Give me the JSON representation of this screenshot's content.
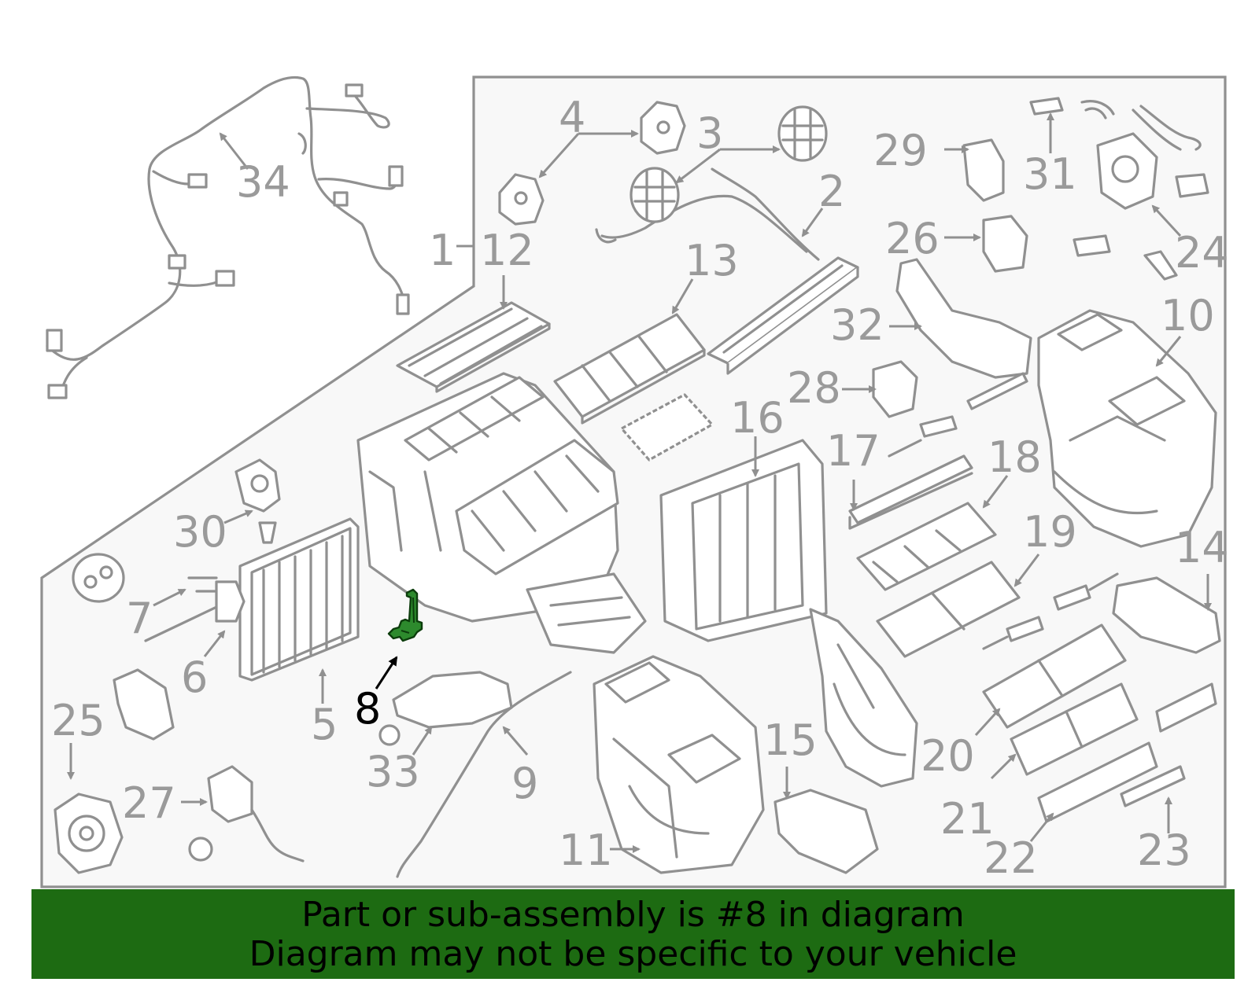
{
  "diagram": {
    "highlighted_part": "8",
    "highlight_color": "#2d8a2d",
    "line_color": "#909090",
    "callouts": [
      "1",
      "2",
      "3",
      "4",
      "5",
      "6",
      "7",
      "8",
      "9",
      "10",
      "11",
      "12",
      "13",
      "14",
      "15",
      "16",
      "17",
      "18",
      "19",
      "20",
      "21",
      "22",
      "23",
      "24",
      "25",
      "26",
      "27",
      "28",
      "29",
      "30",
      "31",
      "32",
      "33",
      "34"
    ]
  },
  "banner": {
    "line1": "Part or sub-assembly is #8 in diagram",
    "line2": "Diagram may not be specific to your vehicle",
    "background": "#1d6b12"
  }
}
